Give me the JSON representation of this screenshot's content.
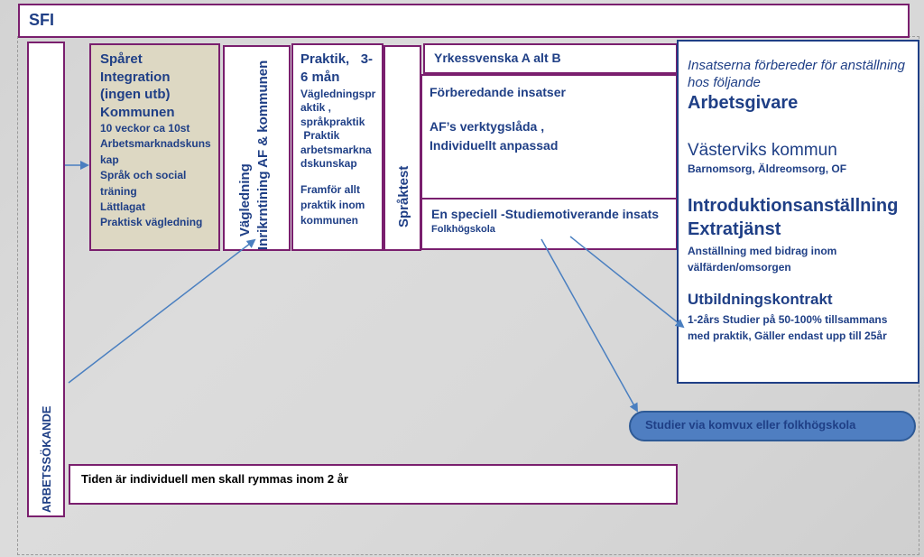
{
  "sfi": "SFI",
  "arbetssokande": "ARBETSSÖKANDE",
  "sparet": {
    "heading_lines": [
      "Spåret",
      "Integration",
      "(ingen utb)",
      "Kommunen"
    ],
    "detail_lines": [
      "10 veckor ca 10st",
      "Arbetsmarknadskuns",
      "kap",
      "Språk och social",
      "träning",
      "Lättlagat",
      "Praktisk vägledning"
    ]
  },
  "vagledning": {
    "line1": "Vägledning",
    "line2": "Inrikrntining AF & kommunen"
  },
  "praktik": {
    "heading_lines": [
      "Praktik,   3-",
      "6 mån"
    ],
    "detail_lines": [
      "Vägledningspr",
      "aktik ,",
      "språkpraktik",
      " Praktik",
      "arbetsmarkna",
      "dskunskap"
    ],
    "framfor_lines": [
      "Framför allt",
      "praktik inom",
      "kommunen"
    ]
  },
  "spraktest": "Språktest",
  "yrkessvenska": "Yrkessvenska A alt B",
  "forberedande": {
    "title": "Förberedande insatser",
    "line1": "AF’s verktygslåda ,",
    "line2": "Individuellt anpassad"
  },
  "speciell": {
    "title": "En speciell  -Studiemotiverande insats",
    "sub": "Folkhögskola"
  },
  "right": {
    "intro": "Insatserna förbereder för anställning hos följande",
    "arbetsgivare": "Arbetsgivare",
    "vasterviks": "Västerviks kommun",
    "vasterviks_sub": "Barnomsorg, Äldreomsorg, OF",
    "intro_anst": "Introduktionsanställning",
    "extratjanst": "Extratjänst",
    "anstallning_sub": "Anställning med bidrag inom välfärden/omsorgen",
    "utbildning": "Utbildningskontrakt",
    "utbildning_sub": "1-2års Studier på 50-100% tillsammans med praktik, Gäller endast upp till 25år"
  },
  "studier": "Studier via komvux eller  folkhögskola",
  "tiden": "Tiden är individuell  men skall rymmas inom 2 år",
  "colors": {
    "border_purple": "#7a1f6e",
    "text_blue": "#1f3f86",
    "beige": "#ddd8c3",
    "oval_blue": "#4f7ec1",
    "arrow_blue": "#4a7fc0"
  }
}
